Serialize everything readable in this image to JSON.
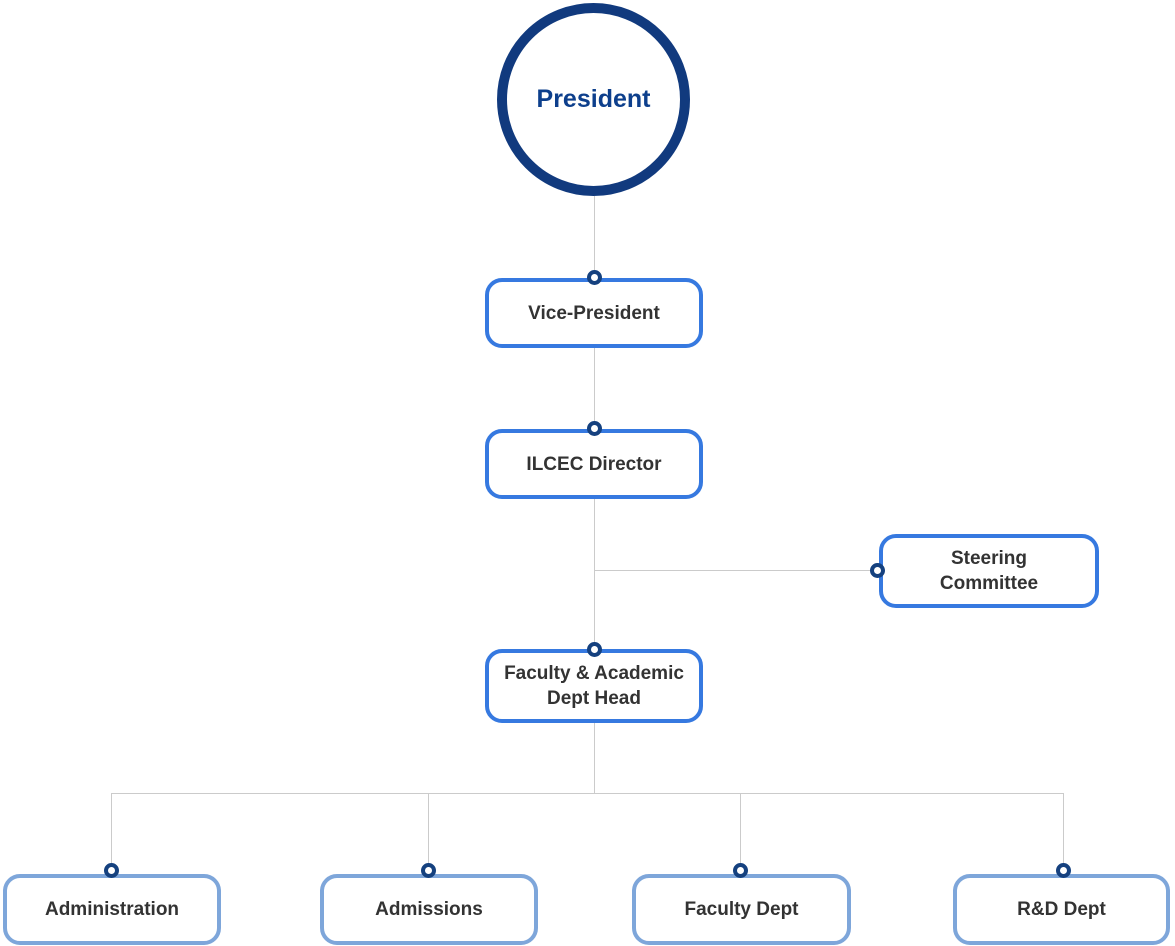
{
  "colors": {
    "background": "#ffffff",
    "president_border": "#113a7e",
    "president_text": "#0d3f8c",
    "mid_box_border": "#3679e0",
    "dept_box_border": "#7ea6da",
    "connector_line": "#cbcbcb",
    "node_ring": "#15417f",
    "box_text": "#333333"
  },
  "org_chart": {
    "president": {
      "label": "President"
    },
    "vice_president": {
      "label": "Vice-President"
    },
    "ilcec_director": {
      "label": "ILCEC Director"
    },
    "steering_committee": {
      "label": "Steering\nCommittee"
    },
    "faculty_academic_dept_head": {
      "label": "Faculty & Academic\nDept Head"
    },
    "departments": [
      {
        "label": "Administration"
      },
      {
        "label": "Admissions"
      },
      {
        "label": "Faculty Dept"
      },
      {
        "label": "R&D Dept"
      }
    ]
  }
}
